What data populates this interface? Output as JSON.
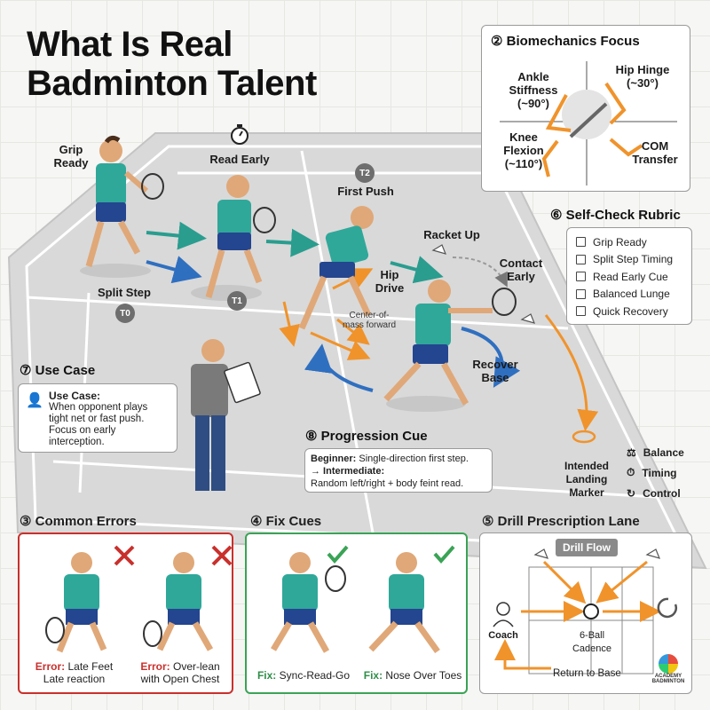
{
  "title": "What Is Real Badminton Talent",
  "court": {
    "labels": {
      "grip_ready": "Grip Ready",
      "read_early": "Read Early",
      "first_push": "First Push",
      "racket_up": "Racket Up",
      "contact_early": "Contact Early",
      "hip_drive": "Hip Drive",
      "com_forward": "Center-of-mass forward",
      "split_step": "Split Step",
      "recover_base": "Recover Base",
      "landing_marker": "Intended Landing Marker"
    },
    "phase_badges": {
      "t0": "T0",
      "t1": "T1",
      "t2": "T2"
    }
  },
  "biomechanics": {
    "title": "② Biomechanics Focus",
    "ankle": "Ankle Stiffness (~90°)",
    "hip": "Hip Hinge (~30°)",
    "knee": "Knee Flexion (~110°)",
    "com": "COM Transfer"
  },
  "rubric": {
    "title": "⑥ Self-Check Rubric",
    "items": [
      "Grip Ready",
      "Split Step Timing",
      "Read Early Cue",
      "Balanced Lunge",
      "Quick Recovery"
    ]
  },
  "use_case": {
    "title": "⑦ Use Case",
    "heading": "Use Case:",
    "body": "When opponent plays tight net or fast push. Focus on early interception."
  },
  "progression": {
    "title": "⑧ Progression Cue",
    "beginner_label": "Beginner:",
    "beginner_text": "Single-direction first step.",
    "intermediate_label": "→ Intermediate:",
    "intermediate_text": "Random left/right + body feint read."
  },
  "legend": {
    "balance": "Balance",
    "timing": "Timing",
    "control": "Control"
  },
  "errors": {
    "title": "③ Common Errors",
    "items": [
      {
        "label": "Error:",
        "text": "Late Feet",
        "sub": "Late reaction"
      },
      {
        "label": "Error:",
        "text": "Over-lean",
        "sub": "with Open Chest"
      }
    ]
  },
  "fixes": {
    "title": "④ Fix Cues",
    "items": [
      {
        "label": "Fix:",
        "text": "Sync-Read-Go"
      },
      {
        "label": "Fix:",
        "text": "Nose Over Toes"
      }
    ]
  },
  "drill": {
    "title": "⑤ Drill Prescription Lane",
    "flow": "Drill Flow",
    "coach": "Coach",
    "cadence": "6-Ball Cadence",
    "return": "Return to Base",
    "logo_top": "ACADEMY",
    "logo_bottom": "BADMINTON"
  },
  "colors": {
    "court": "#d8d8d8",
    "teal_arrow": "#2a9d8f",
    "blue_arrow": "#2f6fc0",
    "orange": "#f0932b",
    "error_red": "#c9302c",
    "fix_green": "#3aa356",
    "shirt": "#2fa89a",
    "shorts": "#24458f"
  }
}
